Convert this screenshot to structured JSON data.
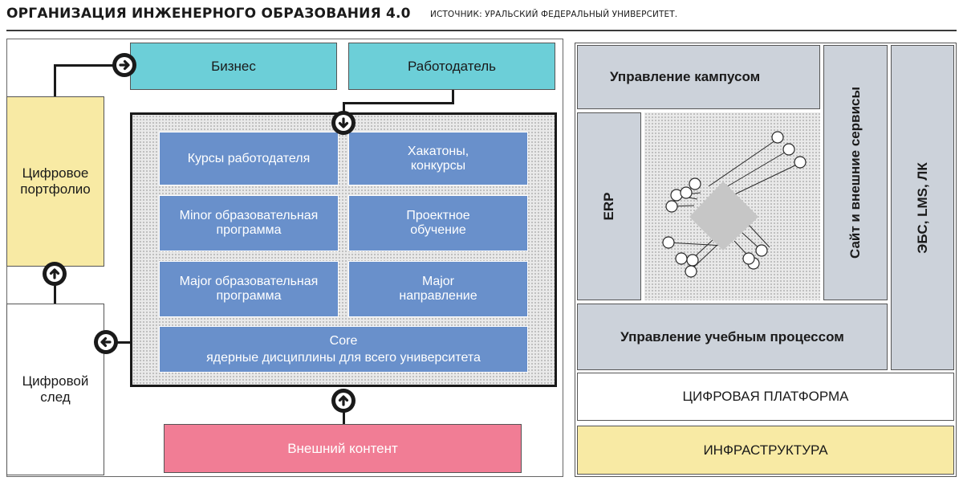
{
  "header": {
    "title": "ОРГАНИЗАЦИЯ ИНЖЕНЕРНОГО ОБРАЗОВАНИЯ 4.0",
    "source": "ИСТОЧНИК: УРАЛЬСКИЙ ФЕДЕРАЛЬНЫЙ УНИВЕРСИТЕТ."
  },
  "left": {
    "business": "Бизнес",
    "employer": "Работодатель",
    "portfolio": "Цифровое портфолио",
    "footprint": "Цифровой след",
    "external": "Внешний контент",
    "blocks": {
      "employer_courses": "Курсы работодателя",
      "hackathons": "Хакатоны, конкурсы",
      "minor": "Minor образовательная программа",
      "project": "Проектное обучение",
      "major_program": "Major образовательная программа",
      "major_direction": "Major направление",
      "core_title": "Core",
      "core_sub": "ядерные дисциплины для всего университета"
    }
  },
  "right": {
    "campus": "Управление кампусом",
    "site": "Сайт и внешние сервисы",
    "ebs": "ЭБС, LMS, ЛК",
    "erp": "ERP",
    "education": "Управление учебным процессом",
    "platform": "ЦИФРОВАЯ ПЛАТФОРМА",
    "infra": "ИНФРАСТРУКТУРА"
  },
  "icons": {
    "arrow_right": "arrow-right-icon",
    "arrow_left": "arrow-left-icon",
    "arrow_up": "arrow-up-icon",
    "arrow_down": "arrow-down-icon",
    "chip": "chip-icon"
  },
  "colors": {
    "cyan": "#6ccfd8",
    "yellow": "#f8eaa4",
    "pink": "#f17d95",
    "blue": "#6990cb",
    "gray": "#ccd2da"
  }
}
